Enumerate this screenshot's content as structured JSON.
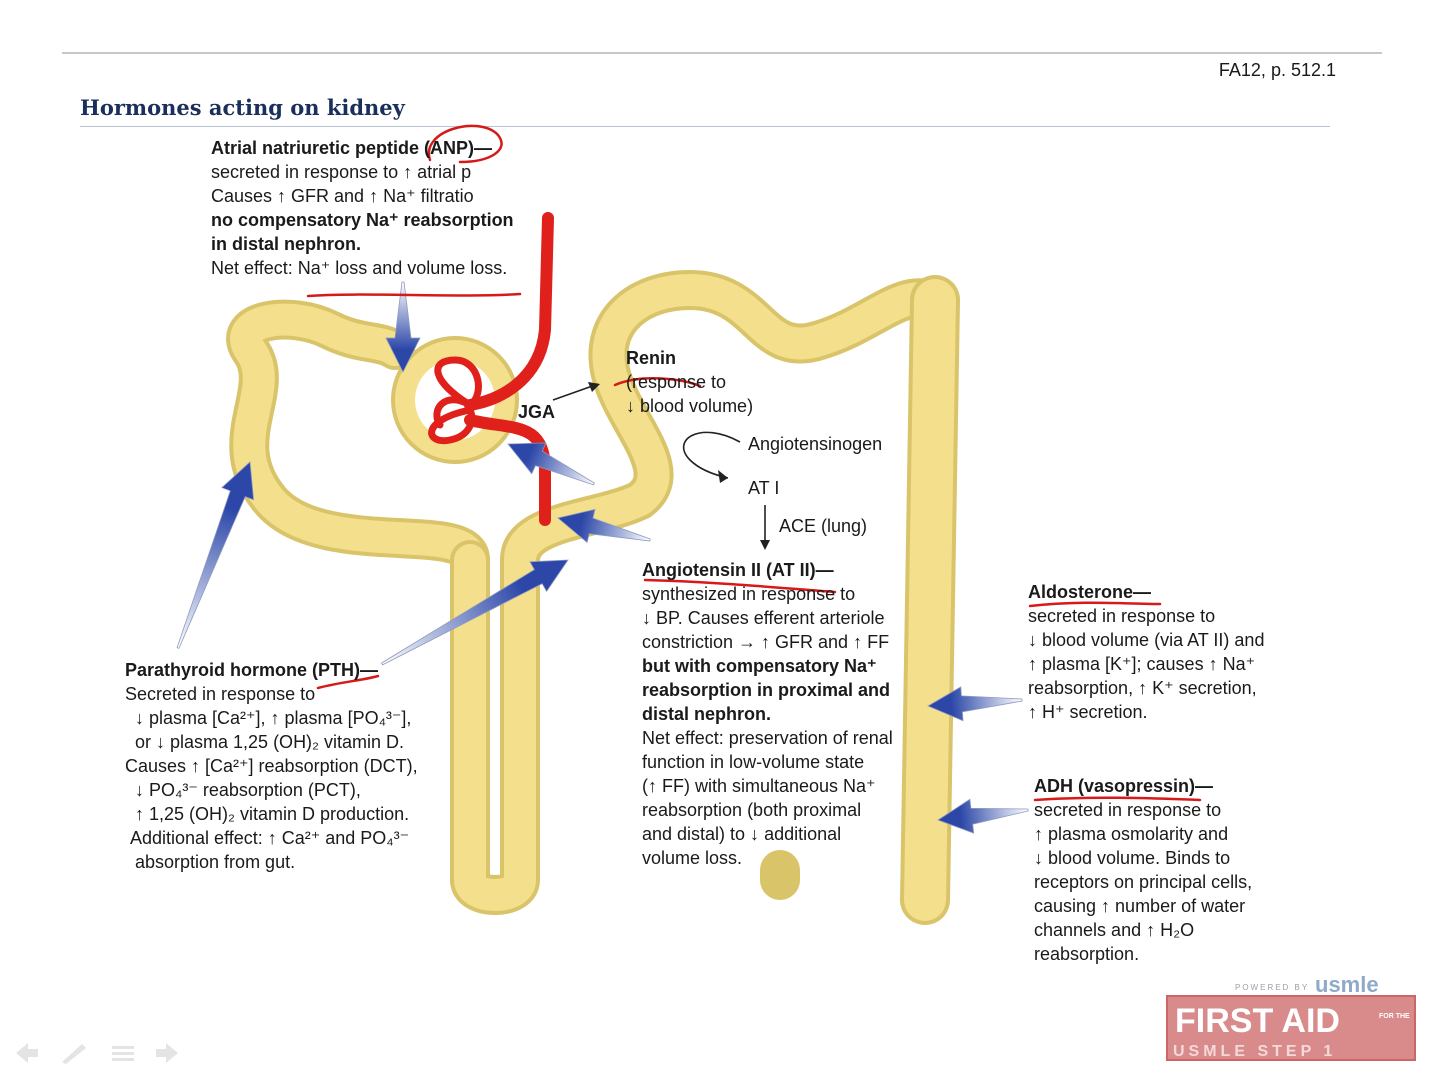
{
  "header": {
    "reference": "FA12, p. 512.1",
    "title": "Hormones acting on kidney"
  },
  "anp": {
    "lines": [
      "Atrial natriuretic peptide (ANP)—",
      "secreted in response to ↑ atrial p",
      "Causes ↑ GFR and ↑ Na⁺ filtratio",
      "no compensatory Na⁺ reabsorption",
      "in distal nephron.",
      "Net effect: Na⁺ loss and volume loss."
    ]
  },
  "renin": {
    "title": "Renin",
    "lines": [
      "(response to",
      "↓ blood volume)"
    ]
  },
  "cascade": {
    "jga": "JGA",
    "angiotensinogen": "Angiotensinogen",
    "at1": "AT I",
    "ace": "ACE (lung)"
  },
  "at2": {
    "lines": [
      "Angiotensin II (AT II)—",
      "synthesized in response to",
      "↓ BP. Causes efferent arteriole",
      "constriction → ↑ GFR and ↑ FF",
      "but with compensatory Na⁺",
      "reabsorption in proximal and",
      "distal nephron.",
      "Net effect: preservation of renal",
      "function in low-volume state",
      "(↑ FF) with simultaneous Na⁺",
      "reabsorption (both proximal",
      "and distal) to ↓ additional",
      "volume loss."
    ]
  },
  "pth": {
    "lines": [
      "Parathyroid hormone (PTH)—",
      "Secreted in response to",
      "↓ plasma [Ca²⁺], ↑ plasma [PO₄³⁻],",
      "or ↓ plasma 1,25 (OH)₂ vitamin D.",
      "Causes ↑ [Ca²⁺] reabsorption (DCT),",
      "↓ PO₄³⁻ reabsorption (PCT),",
      "↑ 1,25 (OH)₂ vitamin D production.",
      "Additional effect: ↑ Ca²⁺ and PO₄³⁻",
      "absorption from gut."
    ]
  },
  "aldosterone": {
    "lines": [
      "Aldosterone—",
      "secreted in response to",
      "↓ blood volume (via AT II) and",
      "↑ plasma [K⁺]; causes ↑ Na⁺",
      "reabsorption, ↑ K⁺ secretion,",
      "↑ H⁺ secretion."
    ]
  },
  "adh": {
    "lines": [
      "ADH (vasopressin)—",
      "secreted in response to",
      "↑ plasma osmolarity and",
      "↓ blood volume. Binds to",
      "receptors on principal cells,",
      "causing ↑ number of water",
      "channels and ↑ H₂O",
      "reabsorption."
    ]
  },
  "logo": {
    "powered": "POWERED BY",
    "brand": "usmle",
    "main": "FIRST AID",
    "for_the": "FOR THE",
    "sub": "USMLE STEP 1"
  },
  "colors": {
    "tubule": "#f3df8c",
    "tubule_edge": "#d9c46a",
    "vessel": "#e0201b",
    "arrow": "#2c47a8",
    "annotation": "#d61a1a",
    "title": "#1b2f5c"
  }
}
